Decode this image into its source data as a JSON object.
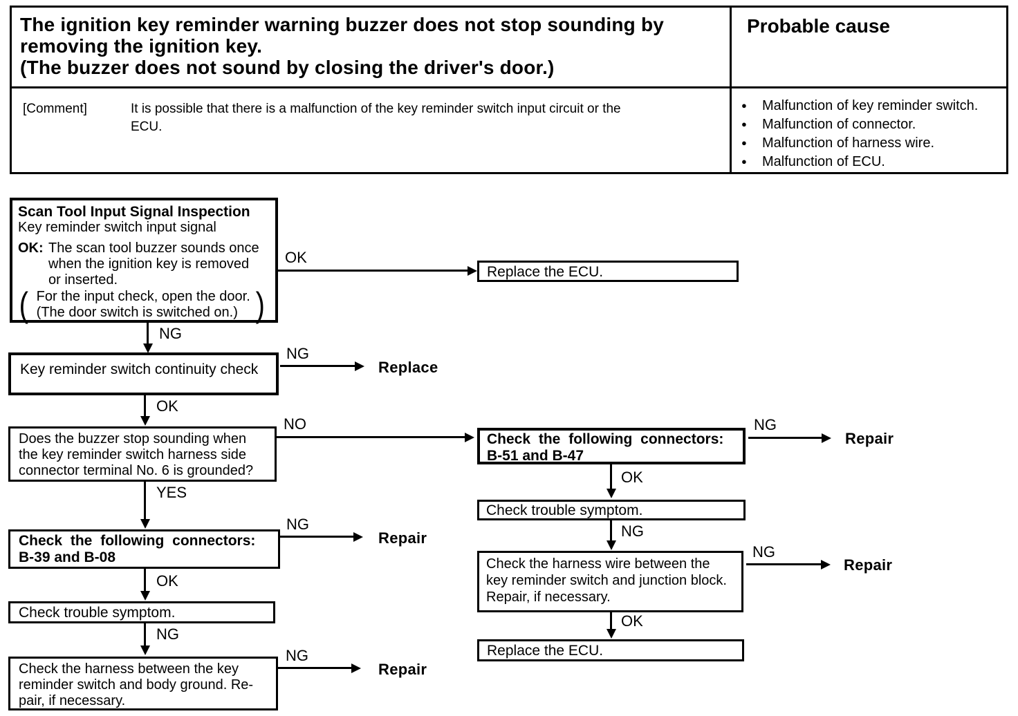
{
  "header": {
    "title": "The ignition key reminder warning buzzer does not stop sounding by\nremoving the ignition key.\n(The buzzer does not sound by closing the driver's door.)",
    "probable_cause_label": "Probable cause",
    "comment_label": "[Comment]",
    "comment_text": "It is possible that there is a malfunction of the key reminder switch input circuit or the\nECU.",
    "bullet_glyph": "●",
    "causes": [
      "Malfunction of key reminder switch.",
      "Malfunction of connector.",
      "Malfunction of harness wire.",
      "Malfunction of ECU."
    ]
  },
  "flow": {
    "scan_tool": {
      "title": "Scan Tool Input Signal Inspection",
      "subtitle": "Key reminder switch input signal",
      "ok_label": "OK:",
      "ok_text": "The scan tool buzzer sounds once\nwhen the ignition key is removed\nor inserted.",
      "paren_open": "(",
      "paren_close": ")",
      "note": "For the input check, open the door.\n(The door switch is switched on.)"
    },
    "replace_ecu_top": "Replace the ECU.",
    "continuity_check": "Key reminder switch continuity check",
    "buzzer_question": "Does the buzzer stop sounding when\nthe key reminder switch harness side\nconnector terminal No. 6 is grounded?",
    "connectors_left": {
      "title": "Check the following connectors:",
      "detail": "B-39 and B-08"
    },
    "trouble_left": "Check trouble symptom.",
    "harness_left": "Check the harness between the key\nreminder switch and body ground. Re-\npair, if necessary.",
    "connectors_right": {
      "title": "Check the following connectors:",
      "detail": "B-51 and B-47"
    },
    "trouble_right": "Check trouble symptom.",
    "harness_right": "Check the harness wire between the\nkey reminder switch and junction block.\nRepair, if necessary.",
    "replace_ecu_bottom": "Replace the ECU.",
    "labels": {
      "ok": "OK",
      "ng": "NG",
      "yes": "YES",
      "no": "NO"
    },
    "terminals": {
      "replace": "Replace",
      "repair": "Repair"
    }
  }
}
